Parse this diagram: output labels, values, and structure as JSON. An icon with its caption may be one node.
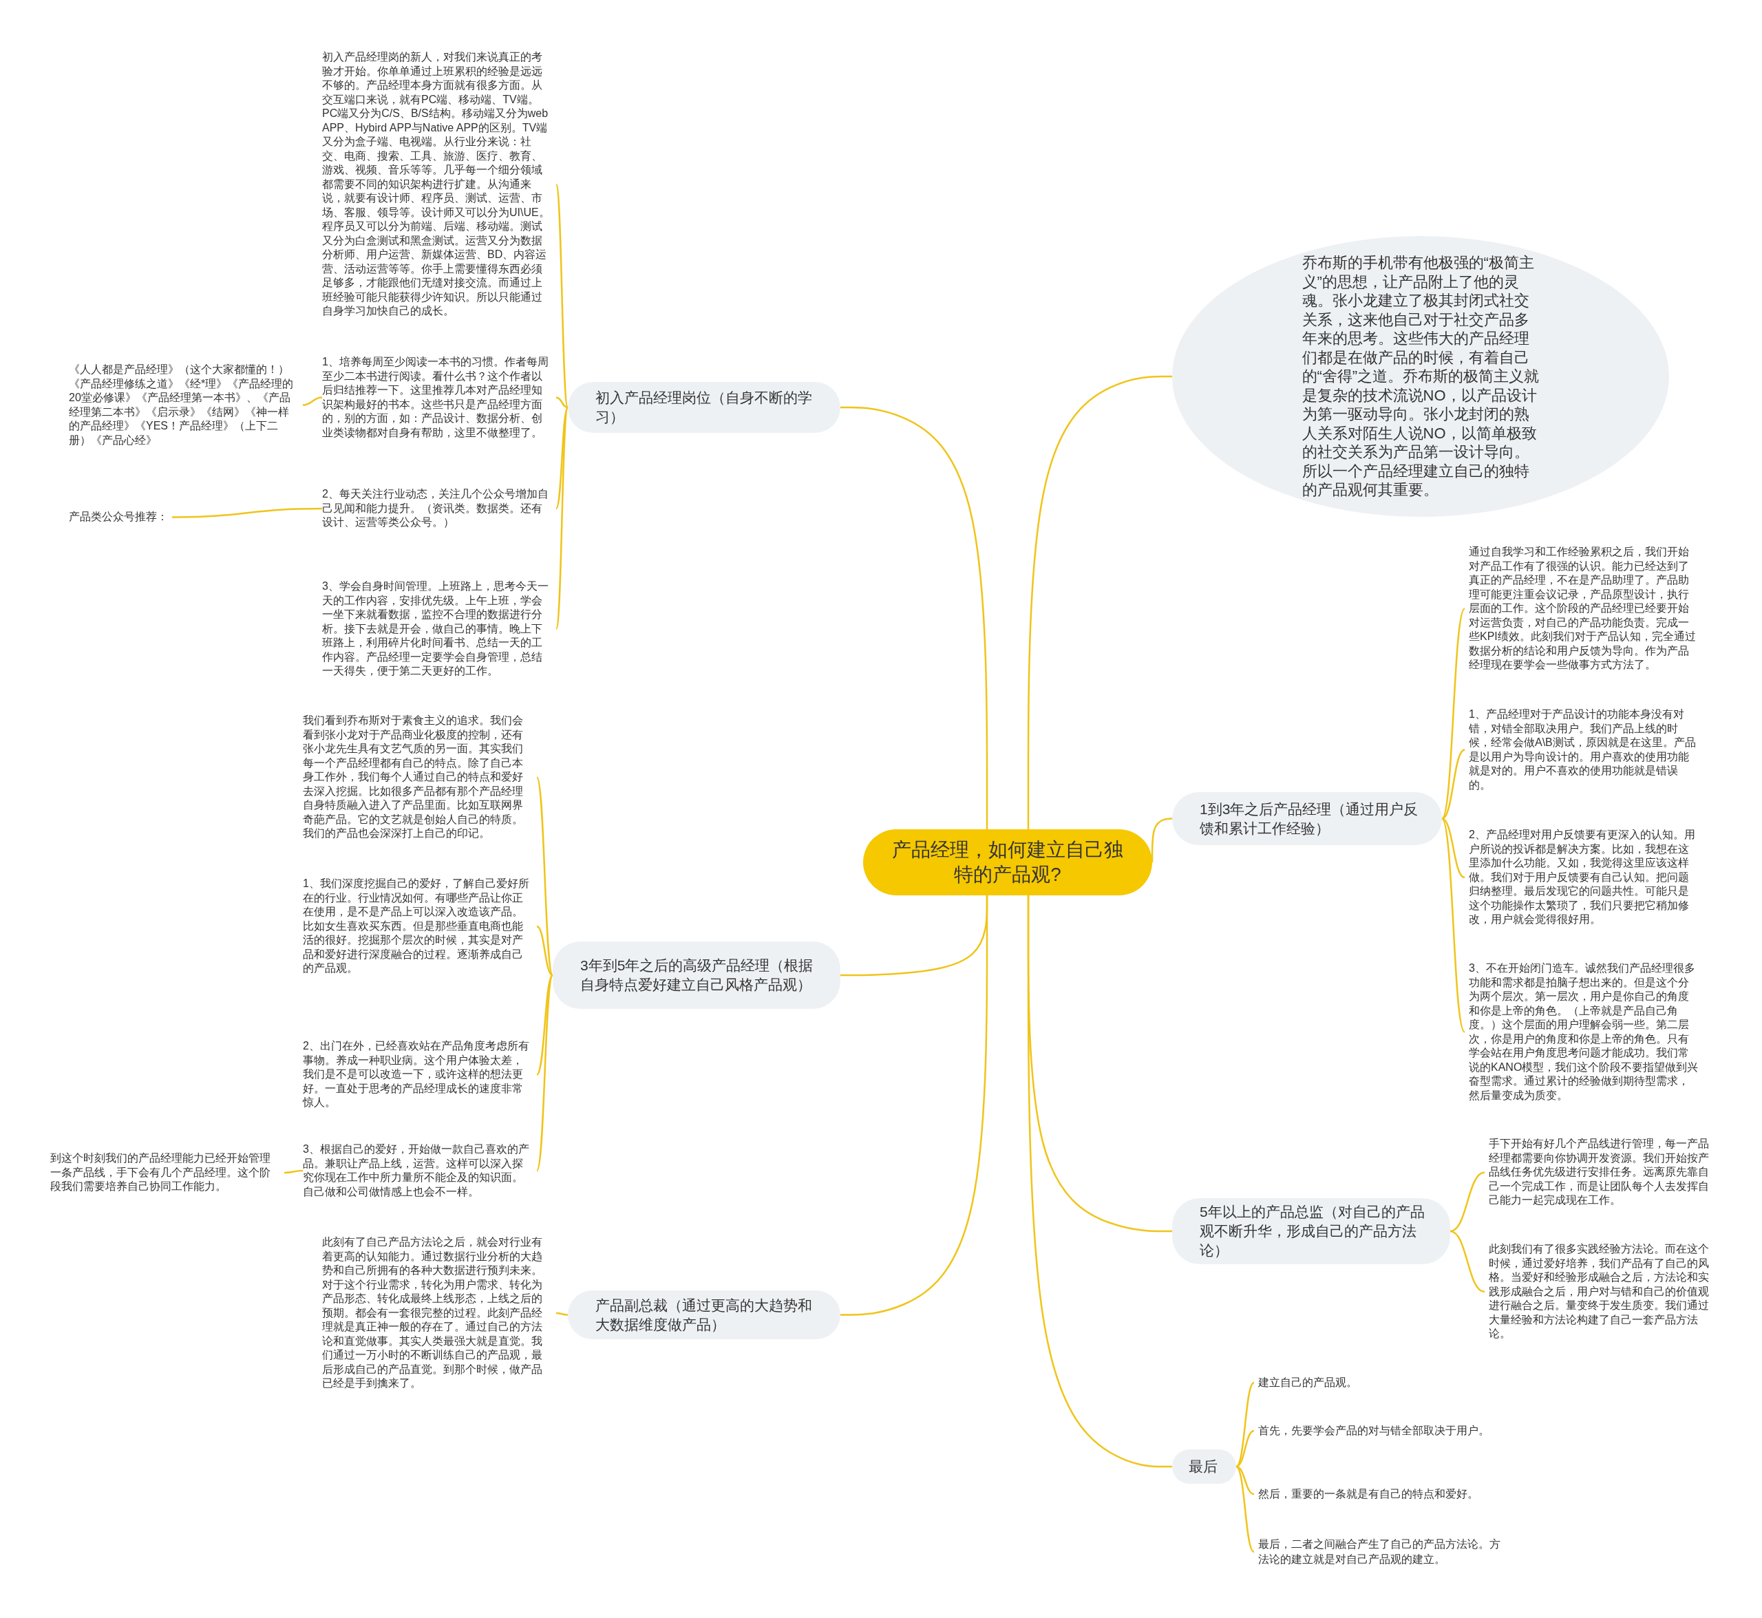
{
  "diagram": {
    "nodes": [
      {
        "text": [
          "产品经理，如何建立自己独特的产品观?"
        ]
      },
      {
        "text": [
          "初入产品经理岗位（自身不断的学习）"
        ]
      },
      {
        "text": [
          "初入产品经理岗的新人，对我们来说真正的考验才开始。你单单通过上班累积的经验是远远不够的。产品经理本身方面就有很多方面。从交互端口来说，就有PC端、移动端、TV端。PC端又分为C/S、B/S结构。移动端又分为web APP、Hybird APP与Native APP的区别。TV端又分为盒子端、电视端。从行业分来说：社交、电商、搜索、工具、旅游、医疗、教育、游戏、视频、音乐等等。几乎每一个细分领域都需要不同的知识架构进行扩建。从沟通来说，就要有设计师、程序员、测试、运营、市场、客服、领导等。设计师又可以分为UI\\UE。程序员又可以分为前端、后端、移动端。测试又分为白盒测试和黑盒测试。运营又分为数据分析师、用户运营、新媒体运营、BD、内容运营、活动运营等等。你手上需要懂得东西必须足够多，才能跟他们无缝对接交流。而通过上班经验可能只能获得少许知识。所以只能通过自身学习加快自己的成长。"
        ]
      },
      {
        "text": [
          "1、培养每周至少阅读一本书的习惯。作者每周至少二本书进行阅读。看什么书？这个作者以后归结推荐一下。这里推荐几本对产品经理知识架构最好的书本。这些书只是产品经理方面的，别的方面，如：产品设计、数据分析、创业类读物都对自身有帮助，这里不做整理了。"
        ]
      },
      {
        "text": [
          "《人人都是产品经理》（这个大家都懂的！）《产品经理修练之道》《经*理》《产品经理的20堂必修课》《产品经理第一本书》、《产品经理第二本书》《启示录》《结网》《神一样的产品经理》《YES！产品经理》（上下二册）《产品心经》"
        ]
      },
      {
        "text": [
          "2、每天关注行业动态，关注几个公众号增加自己见闻和能力提升。（资讯类。数据类。还有设计、运营等类公众号。）"
        ]
      },
      {
        "text": [
          "产品类公众号推荐："
        ]
      },
      {
        "text": [
          "3、学会自身时间管理。上班路上，思考今天一天的工作内容，安排优先级。上午上班，学会一坐下来就看数据，监控不合理的数据进行分析。接下去就是开会，做自己的事情。晚上下班路上，利用碎片化时间看书、总结一天的工作内容。产品经理一定要学会自身管理，总结一天得失，便于第二天更好的工作。"
        ]
      },
      {
        "text": [
          "3年到5年之后的高级产品经理（根据自身特点爱好建立自己风格产品观）"
        ]
      },
      {
        "text": [
          "我们看到乔布斯对于素食主义的追求。我们会看到张小龙对于产品商业化极度的控制，还有张小龙先生具有文艺气质的另一面。其实我们每一个产品经理都有自己的特点。除了自己本身工作外，我们每个人通过自己的特点和爱好去深入挖掘。比如很多产品都有那个产品经理自身特质融入进入了产品里面。比如互联网界奇葩产品。它的文艺就是创始人自己的特质。我们的产品也会深深打上自己的印记。"
        ]
      },
      {
        "text": [
          "1、我们深度挖掘自己的爱好，了解自己爱好所在的行业。行业情况如何。有哪些产品让你正在使用，是不是产品上可以深入改造该产品。比如女生喜欢买东西。但是那些垂直电商也能活的很好。挖掘那个层次的时候，其实是对产品和爱好进行深度融合的过程。逐渐养成自己的产品观。"
        ]
      },
      {
        "text": [
          "2、出门在外，已经喜欢站在产品角度考虑所有事物。养成一种职业病。这个用户体验太差，我们是不是可以改造一下，或许这样的想法更好。一直处于思考的产品经理成长的速度非常惊人。"
        ]
      },
      {
        "text": [
          "3、根据自己的爱好，开始做一款自己喜欢的产品。兼职让产品上线，运营。这样可以深入探究你现在工作中所力量所不能企及的知识面。自己做和公司做情感上也会不一样。"
        ]
      },
      {
        "text": [
          "到这个时刻我们的产品经理能力已经开始管理一条产品线，手下会有几个产品经理。这个阶段我们需要培养自己协同工作能力。"
        ]
      },
      {
        "text": [
          "产品副总裁（通过更高的大趋势和大数据维度做产品）"
        ]
      },
      {
        "text": [
          "此刻有了自己产品方法论之后，就会对行业有着更高的认知能力。通过数据行业分析的大趋势和自己所拥有的各种大数据进行预判未来。对于这个行业需求，转化为用户需求、转化为产品形态、转化成最终上线形态，上线之后的预期。都会有一套很完整的过程。此刻产品经理就是真正神一般的存在了。通过自己的方法论和直觉做事。其实人类最强大就是直觉。我们通过一万小时的不断训练自己的产品观，最后形成自己的产品直觉。到那个时候，做产品已经是手到擒来了。"
        ]
      },
      {
        "text": [
          "乔布斯的手机带有他极强的“极简主义”的思想，让产品附上了他的灵魂。张小龙建立了极其封闭式社交关系，这来他自己对于社交产品多年来的思考。这些伟大的产品经理们都是在做产品的时候，有着自己的“舍得”之道。乔布斯的极简主义就是复杂的技术流说NO，以产品设计为第一驱动导向。张小龙封闭的熟人关系对陌生人说NO，以简单极致的社交关系为产品第一设计导向。所以一个产品经理建立自己的独特的产品观何其重要。"
        ]
      },
      {
        "text": [
          "1到3年之后产品经理（通过用户反馈和累计工作经验）"
        ]
      },
      {
        "text": [
          "通过自我学习和工作经验累积之后，我们开始对产品工作有了很强的认识。能力已经达到了真正的产品经理，不在是产品助理了。产品助理可能更注重会议记录，产品原型设计，执行层面的工作。这个阶段的产品经理已经要开始对运营负责，对自己的产品功能负责。完成一些KPI绩效。此刻我们对于产品认知，完全通过数据分析的结论和用户反馈为导向。作为产品经理现在要学会一些做事方式方法了。"
        ]
      },
      {
        "text": [
          "1、产品经理对于产品设计的功能本身没有对错，对错全部取决用户。我们产品上线的时候，经常会做A\\B测试，原因就是在这里。产品是以用户为导向设计的。用户喜欢的使用功能就是对的。用户不喜欢的使用功能就是错误的。"
        ]
      },
      {
        "text": [
          "2、产品经理对用户反馈要有更深入的认知。用户所说的投诉都是解决方案。比如，我想在这里添加什么功能。又如，我觉得这里应该这样做。我们对于用户反馈要有自己认知。把问题归纳整理。最后发现它的问题共性。可能只是这个功能操作太繁琐了，我们只要把它稍加修改，用户就会觉得很好用。"
        ]
      },
      {
        "text": [
          "3、不在开始闭门造车。诚然我们产品经理很多功能和需求都是拍脑子想出来的。但是这个分为两个层次。第一层次，用户是你自己的角度和你是上帝的角色。（上帝就是产品自己角度。）这个层面的用户理解会弱一些。第二层次，你是用户的角度和你是上帝的角色。只有学会站在用户角度思考问题才能成功。我们常说的KANO模型，我们这个阶段不要指望做到兴奋型需求。通过累计的经验做到期待型需求，然后量变成为质变。"
        ]
      },
      {
        "text": [
          "5年以上的产品总监（对自己的产品观不断升华，形成自己的产品方法论）"
        ]
      },
      {
        "text": [
          "手下开始有好几个产品线进行管理，每一产品经理都需要向你协调开发资源。我们开始按产品线任务优先级进行安排任务。远离原先靠自己一个完成工作，而是让团队每个人去发挥自己能力一起完成现在工作。"
        ]
      },
      {
        "text": [
          "此刻我们有了很多实践经验方法论。而在这个时候，通过爱好培养，我们产品有了自己的风格。当爱好和经验形成融合之后，方法论和实践形成融合之后，用户对与错和自己的价值观进行融合之后。量变终于发生质变。我们通过大量经验和方法论构建了自己一套产品方法论。"
        ]
      },
      {
        "text": [
          "最后"
        ]
      },
      {
        "text": [
          "建立自己的产品观。"
        ]
      },
      {
        "text": [
          "首先，先要学会产品的对与错全部取决于用户。"
        ]
      },
      {
        "text": [
          "然后，重要的一条就是有自己的特点和爱好。"
        ]
      },
      {
        "text": [
          "最后，二者之间融合产生了自己的产品方法论。方法论的建立就是对自己产品观的建立。"
        ]
      }
    ],
    "edges": [
      {
        "from": 0,
        "to": 1,
        "arrow": "none"
      },
      {
        "from": 1,
        "to": 2,
        "arrow": "none"
      },
      {
        "from": 1,
        "to": 3,
        "arrow": "none"
      },
      {
        "from": 3,
        "to": 4,
        "arrow": "none"
      },
      {
        "from": 1,
        "to": 5,
        "arrow": "none"
      },
      {
        "from": 5,
        "to": 6,
        "arrow": "none"
      },
      {
        "from": 1,
        "to": 7,
        "arrow": "none"
      },
      {
        "from": 0,
        "to": 8,
        "arrow": "none"
      },
      {
        "from": 8,
        "to": 9,
        "arrow": "none"
      },
      {
        "from": 8,
        "to": 10,
        "arrow": "none"
      },
      {
        "from": 8,
        "to": 11,
        "arrow": "none"
      },
      {
        "from": 8,
        "to": 12,
        "arrow": "none"
      },
      {
        "from": 12,
        "to": 13,
        "arrow": "none"
      },
      {
        "from": 0,
        "to": 14,
        "arrow": "none"
      },
      {
        "from": 14,
        "to": 15,
        "arrow": "none"
      },
      {
        "from": 0,
        "to": 16,
        "arrow": "none"
      },
      {
        "from": 0,
        "to": 17,
        "arrow": "none"
      },
      {
        "from": 17,
        "to": 18,
        "arrow": "none"
      },
      {
        "from": 17,
        "to": 19,
        "arrow": "none"
      },
      {
        "from": 17,
        "to": 20,
        "arrow": "none"
      },
      {
        "from": 17,
        "to": 21,
        "arrow": "none"
      },
      {
        "from": 0,
        "to": 22,
        "arrow": "none"
      },
      {
        "from": 22,
        "to": 23,
        "arrow": "none"
      },
      {
        "from": 22,
        "to": 24,
        "arrow": "none"
      },
      {
        "from": 0,
        "to": 25,
        "arrow": "none"
      },
      {
        "from": 25,
        "to": 26,
        "arrow": "none"
      },
      {
        "from": 25,
        "to": 27,
        "arrow": "none"
      },
      {
        "from": 25,
        "to": 28,
        "arrow": "none"
      },
      {
        "from": 25,
        "to": 29,
        "arrow": "none"
      }
    ]
  }
}
